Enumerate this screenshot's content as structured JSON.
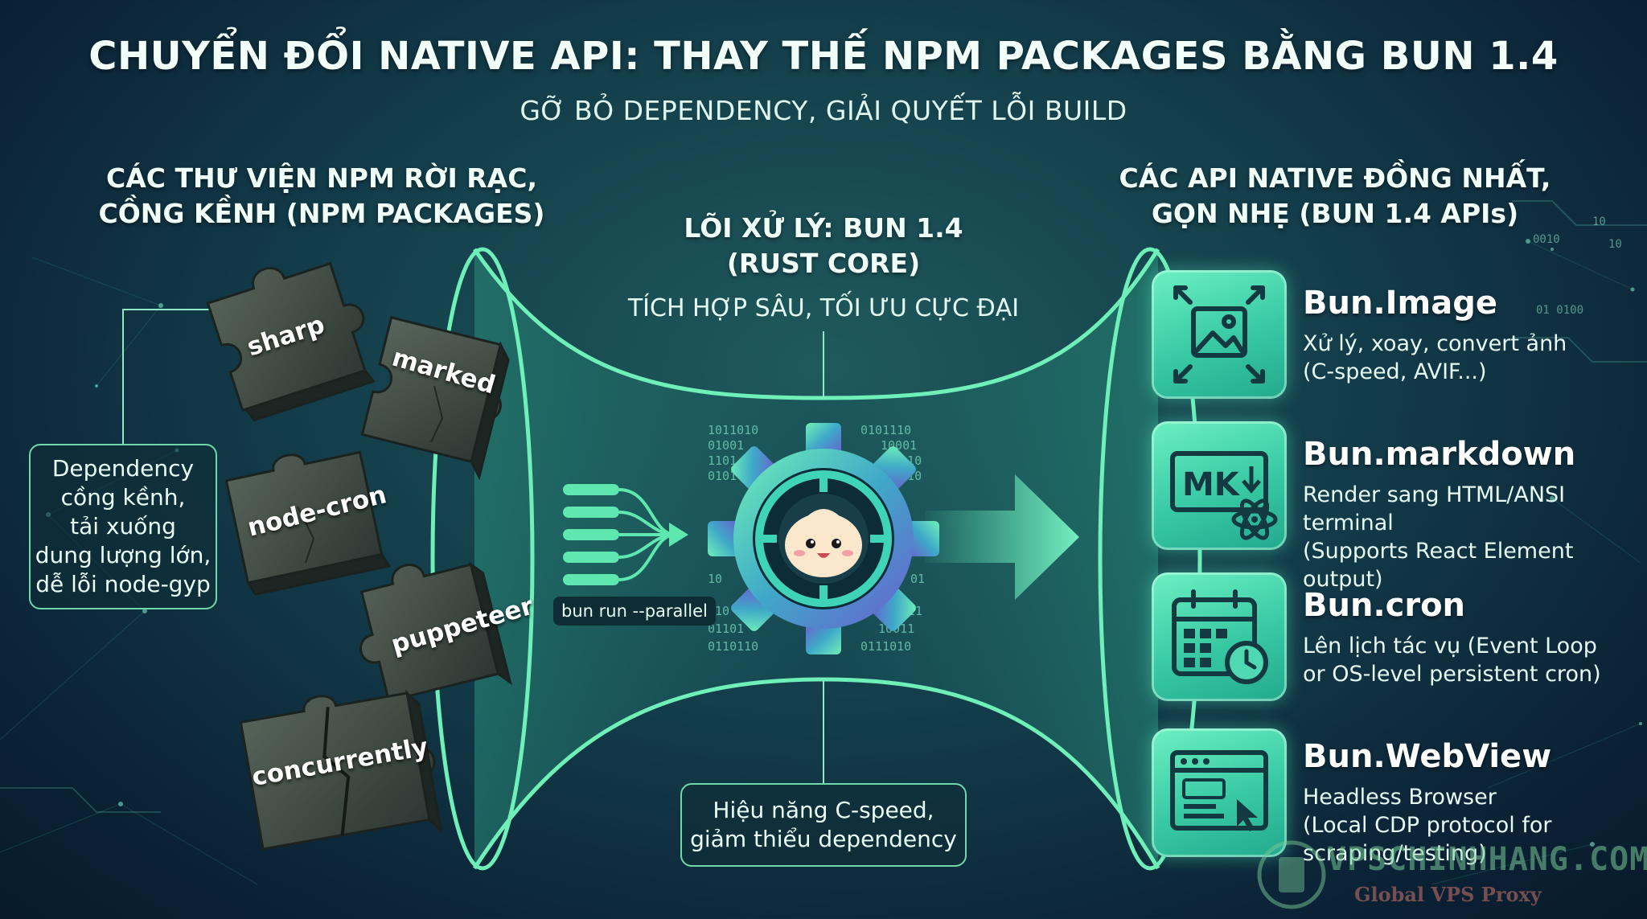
{
  "header": {
    "title": "CHUYỂN ĐỔI NATIVE API: THAY THẾ NPM PACKAGES BẰNG BUN 1.4",
    "subtitle": "GỠ BỎ DEPENDENCY, GIẢI QUYẾT LỖI BUILD"
  },
  "left": {
    "heading_line1": "CÁC THƯ VIỆN NPM RỜI RẠC,",
    "heading_line2": "CỒNG KỀNH (NPM PACKAGES)",
    "packages": [
      "sharp",
      "marked",
      "node-cron",
      "puppeteer",
      "concurrently"
    ],
    "note_lines": [
      "Dependency",
      "cồng kềnh,",
      "tải xuống",
      "dung lượng lớn,",
      "dễ lỗi node-gyp"
    ]
  },
  "center": {
    "heading_line1": "LÕI XỬ LÝ: BUN 1.4",
    "heading_line2": "(RUST CORE)",
    "tagline": "TÍCH HỢP SÂU, TỐI ƯU CỰC ĐẠI",
    "pill": "bun run --parallel",
    "binary": [
      "1011010",
      "0101110",
      "01001",
      "10001",
      "1101",
      "1110",
      "0101",
      "0110",
      "10",
      "01",
      "110",
      "011",
      "01101",
      "10011",
      "0110110",
      "0111010"
    ],
    "bottom_note_line1": "Hiệu năng C-speed,",
    "bottom_note_line2": "giảm thiểu dependency"
  },
  "right": {
    "heading_line1": "CÁC API NATIVE ĐỒNG NHẤT,",
    "heading_line2": "GỌN NHẸ (BUN 1.4 APIs)",
    "apis": [
      {
        "name": "Bun.Image",
        "icon": "image-icon",
        "desc1": "Xử lý, xoay, convert ảnh",
        "desc2": "(C-speed, AVIF...)",
        "desc3": ""
      },
      {
        "name": "Bun.markdown",
        "icon": "markdown-icon",
        "desc1": "Render sang HTML/ANSI terminal",
        "desc2": "(Supports React Element output)",
        "desc3": ""
      },
      {
        "name": "Bun.cron",
        "icon": "calendar-clock-icon",
        "desc1": "Lên lịch tác vụ (Event Loop",
        "desc2": "or OS-level persistent cron)",
        "desc3": ""
      },
      {
        "name": "Bun.WebView",
        "icon": "browser-icon",
        "desc1": "Headless Browser",
        "desc2": "(Local CDP protocol for",
        "desc3": "scraping/testing)"
      }
    ],
    "markdown_icon_text": "MK"
  },
  "decor": {
    "binary_right": [
      "10",
      "0010",
      "01 0100",
      "10"
    ]
  },
  "watermark": {
    "main": "VPSCHINHHANG.COM",
    "sub": "Global VPS Proxy"
  },
  "colors": {
    "accent_green": "#5ee8b0",
    "card_teal": "#38c9a4",
    "bg_dark": "#0b2336"
  }
}
